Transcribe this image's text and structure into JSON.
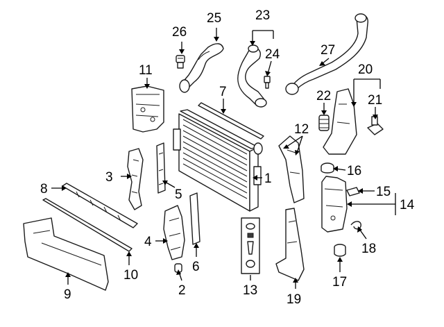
{
  "diagram": {
    "callouts": [
      {
        "id": "1",
        "text": "1"
      },
      {
        "id": "2",
        "text": "2"
      },
      {
        "id": "3",
        "text": "3"
      },
      {
        "id": "4",
        "text": "4"
      },
      {
        "id": "5",
        "text": "5"
      },
      {
        "id": "6",
        "text": "6"
      },
      {
        "id": "7",
        "text": "7"
      },
      {
        "id": "8",
        "text": "8"
      },
      {
        "id": "9",
        "text": "9"
      },
      {
        "id": "10",
        "text": "10"
      },
      {
        "id": "11",
        "text": "11"
      },
      {
        "id": "12",
        "text": "12"
      },
      {
        "id": "13",
        "text": "13"
      },
      {
        "id": "14",
        "text": "14"
      },
      {
        "id": "15",
        "text": "15"
      },
      {
        "id": "16",
        "text": "16"
      },
      {
        "id": "17",
        "text": "17"
      },
      {
        "id": "18",
        "text": "18"
      },
      {
        "id": "19",
        "text": "19"
      },
      {
        "id": "20",
        "text": "20"
      },
      {
        "id": "21",
        "text": "21"
      },
      {
        "id": "22",
        "text": "22"
      },
      {
        "id": "23",
        "text": "23"
      },
      {
        "id": "24",
        "text": "24"
      },
      {
        "id": "25",
        "text": "25"
      },
      {
        "id": "26",
        "text": "26"
      },
      {
        "id": "27",
        "text": "27"
      }
    ]
  }
}
